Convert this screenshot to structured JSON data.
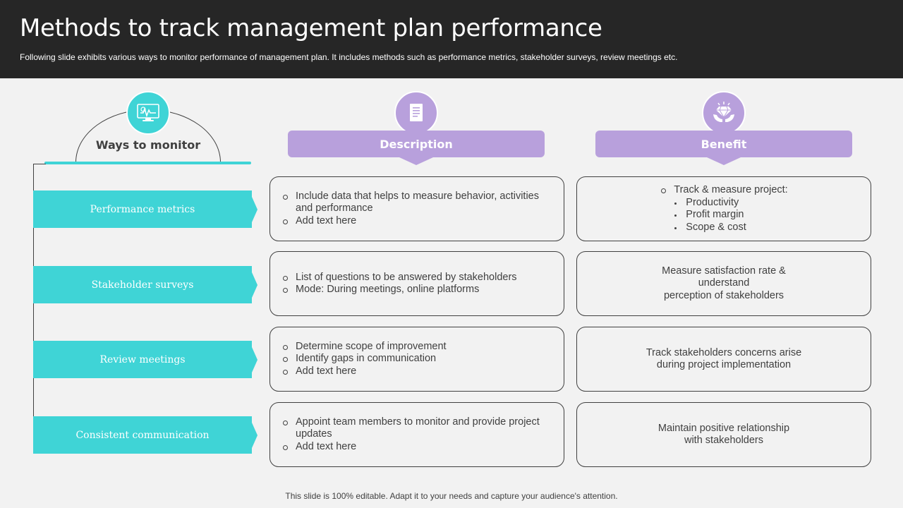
{
  "header": {
    "title": "Methods to track management plan performance",
    "subtitle": "Following slide exhibits various ways to monitor performance of management plan. It includes methods such as performance metrics, stakeholder surveys, review meetings etc."
  },
  "ways": {
    "title": "Ways to monitor",
    "icon": "monitor-chart-icon",
    "methods": [
      {
        "label": "Performance metrics"
      },
      {
        "label": "Stakeholder surveys"
      },
      {
        "label": "Review meetings"
      },
      {
        "label": "Consistent communication"
      }
    ]
  },
  "description": {
    "header": "Description",
    "icon": "document-icon",
    "rows": [
      {
        "items": [
          "Include data that helps to measure behavior,  activities and performance",
          "Add text here"
        ]
      },
      {
        "items": [
          "List of questions to be answered by stakeholders",
          "Mode:  During meetings, online  platforms"
        ]
      },
      {
        "items": [
          "Determine scope of improvement",
          "Identify gaps in communication",
          "Add text here"
        ]
      },
      {
        "items": [
          "Appoint team members to monitor and provide project updates",
          "Add text here"
        ]
      }
    ]
  },
  "benefit": {
    "header": "Benefit",
    "icon": "diamond-hands-icon",
    "row1": {
      "head": "Track & measure project:",
      "items": [
        "Productivity",
        "Profit margin",
        "Scope & cost"
      ]
    },
    "row2": "Measure satisfaction rate &\nunderstand\nperception of stakeholders",
    "row3": "Track stakeholders concerns arise\nduring project implementation",
    "row4": "Maintain positive relationship\nwith stakeholders"
  },
  "footer": "This slide is 100% editable. Adapt it to your needs and capture your audience's attention.",
  "colors": {
    "header_bg": "#262626",
    "teal": "#3fd4d6",
    "purple": "#b8a0dc",
    "text": "#404040",
    "background": "#f2f2f2"
  }
}
